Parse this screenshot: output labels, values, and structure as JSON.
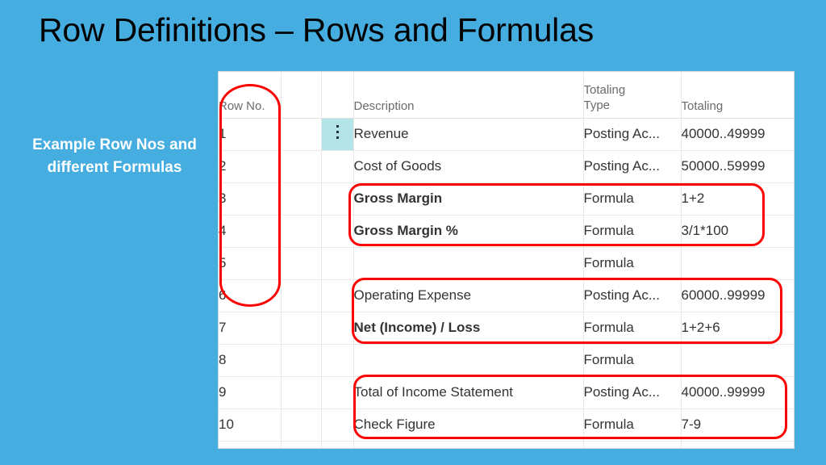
{
  "slide": {
    "title": "Row Definitions – Rows and Formulas",
    "background_color": "#45ADE0",
    "caption": "Example Row Nos and different Formulas",
    "caption_color": "#FFFFFF",
    "annotation_color": "#FF0000"
  },
  "table": {
    "headers": {
      "row_no": "Row No.",
      "blank1": "",
      "blank2": "",
      "description": "Description",
      "totaling_type_line1": "Totaling",
      "totaling_type_line2": "Type",
      "totaling": "Totaling"
    },
    "selected_row_indicator": "kebab-menu",
    "rows": [
      {
        "row_no": "1",
        "description": "Revenue",
        "totaling_type": "Posting Ac...",
        "totaling": "40000..49999",
        "bold": false,
        "selected": true
      },
      {
        "row_no": "2",
        "description": "Cost of Goods",
        "totaling_type": "Posting Ac...",
        "totaling": "50000..59999",
        "bold": false,
        "selected": false
      },
      {
        "row_no": "3",
        "description": "Gross Margin",
        "totaling_type": "Formula",
        "totaling": "1+2",
        "bold": true,
        "selected": false
      },
      {
        "row_no": "4",
        "description": "Gross Margin %",
        "totaling_type": "Formula",
        "totaling": "3/1*100",
        "bold": true,
        "selected": false
      },
      {
        "row_no": "5",
        "description": "",
        "totaling_type": "Formula",
        "totaling": "",
        "bold": false,
        "selected": false
      },
      {
        "row_no": "6",
        "description": "Operating Expense",
        "totaling_type": "Posting Ac...",
        "totaling": "60000..99999",
        "bold": false,
        "selected": false
      },
      {
        "row_no": "7",
        "description": "Net (Income) / Loss",
        "totaling_type": "Formula",
        "totaling": "1+2+6",
        "bold": true,
        "selected": false
      },
      {
        "row_no": "8",
        "description": "",
        "totaling_type": "Formula",
        "totaling": "",
        "bold": false,
        "selected": false
      },
      {
        "row_no": "9",
        "description": "Total of Income Statement",
        "totaling_type": "Posting Ac...",
        "totaling": "40000..99999",
        "bold": false,
        "selected": false
      },
      {
        "row_no": "10",
        "description": "Check Figure",
        "totaling_type": "Formula",
        "totaling": "7-9",
        "bold": false,
        "selected": false
      }
    ]
  },
  "annotations": [
    {
      "name": "row-numbers-highlight",
      "shape": "rounded-oval",
      "covers": "Row No. column, header through row 6"
    },
    {
      "name": "gross-margin-highlight",
      "shape": "rounded-rect",
      "covers": "rows 3 and 4"
    },
    {
      "name": "net-income-highlight",
      "shape": "rounded-rect",
      "covers": "rows 6 and 7"
    },
    {
      "name": "total-check-highlight",
      "shape": "rounded-rect",
      "covers": "rows 9 and 10"
    }
  ]
}
